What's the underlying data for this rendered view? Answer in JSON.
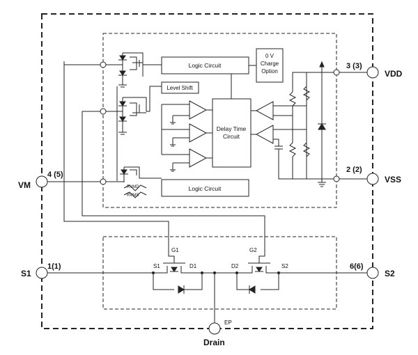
{
  "pins": {
    "vdd": {
      "name": "VDD",
      "number": "3 (3)"
    },
    "vss": {
      "name": "VSS",
      "number": "2 (2)"
    },
    "vm": {
      "name": "VM",
      "number": "4 (5)"
    },
    "s1": {
      "name": "S1",
      "number": "1(1)"
    },
    "s2": {
      "name": "S2",
      "number": "6(6)"
    },
    "drain": {
      "name": "Drain",
      "label": "EP"
    }
  },
  "blocks": {
    "logic_top": "Logic Circuit",
    "logic_bottom": "Logic Circuit",
    "level_shift": "Level Shift",
    "charge_option_line1": "0 V",
    "charge_option_line2": "Charge",
    "charge_option_line3": "Option",
    "delay_line1": "Delay Time",
    "delay_line2": "Circuit"
  },
  "resistors": {
    "rvmd": "RVMD",
    "rvms": "RVMS"
  },
  "mosfets": {
    "gate1": "G1",
    "gate2": "G2",
    "source1": "S1",
    "drain1": "D1",
    "drain2": "D2",
    "source2": "S2"
  }
}
